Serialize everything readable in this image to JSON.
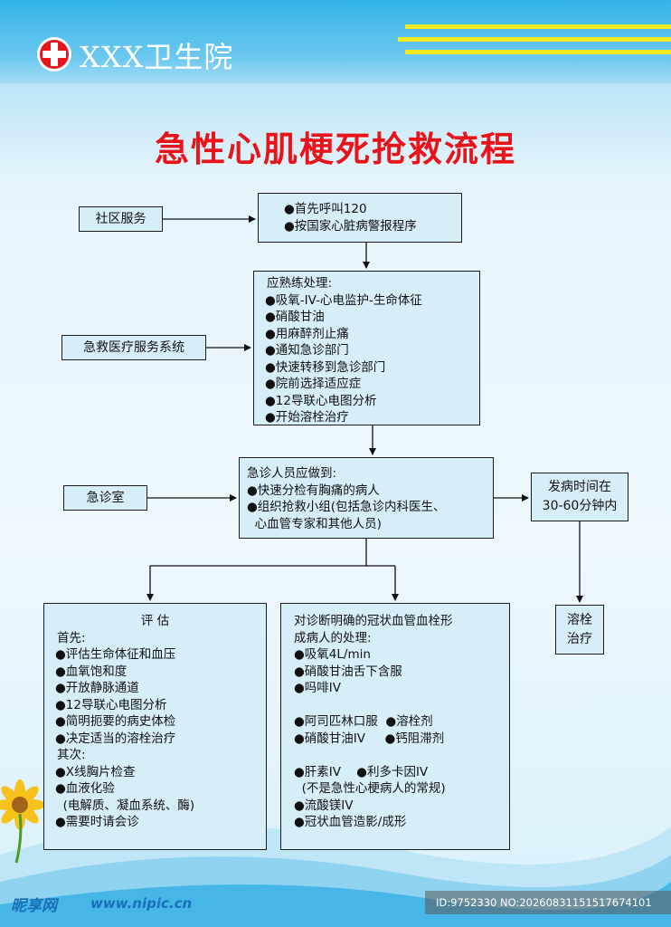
{
  "header": {
    "hospital_name": "XXX卫生院",
    "logo_icon": "red-cross-logo-icon",
    "colors": {
      "title": "#e8141b",
      "stripe": "#f3ea22",
      "header_bg": "#33b4e8"
    }
  },
  "title": "急性心肌梗死抢救流程",
  "side_labels": {
    "community": "社区服务",
    "ems": "急救医疗服务系统",
    "er": "急诊室"
  },
  "box1": {
    "lines": [
      "●首先呼叫120",
      "●按国家心脏病警报程序"
    ]
  },
  "box2": {
    "lines": [
      "应熟练处理:",
      "●吸氧-IV-心电监护-生命体征",
      "●硝酸甘油",
      "●用麻醉剂止痛",
      "●通知急诊部门",
      "●快速转移到急诊部门",
      "●院前选择适应症",
      "●12导联心电图分析",
      "●开始溶栓治疗"
    ]
  },
  "box3": {
    "lines": [
      "急诊人员应做到:",
      "●快速分检有胸痛的病人",
      "●组织抢救小组(包括急诊内科医生、",
      "  心血管专家和其他人员)"
    ]
  },
  "onset": {
    "lines": [
      "发病时间在",
      "30-60分钟内"
    ]
  },
  "thrombolysis": {
    "lines": [
      "溶栓",
      "治疗"
    ]
  },
  "assess": {
    "heading": "评 估",
    "lines": [
      "首先:",
      "●评估生命体征和血压",
      "●血氧饱和度",
      "●开放静脉通道",
      "●12导联心电图分析",
      "●简明扼要的病史体检",
      "●决定适当的溶栓治疗",
      "其次:",
      "●X线胸片检查",
      "●血液化验",
      "  (电解质、凝血系统、酶)",
      "●需要时请会诊"
    ]
  },
  "treat": {
    "lines": [
      "对诊断明确的冠状血管血栓形",
      "成病人的处理:",
      "●吸氧4L/min",
      "●硝酸甘油舌下含服",
      "●吗啡IV",
      "",
      "●阿司匹林口服  ●溶栓剂",
      "●硝酸甘油IV     ●钙阻滞剂",
      "",
      "●肝素IV    ●利多卡因IV",
      "  (不是急性心梗病人的常规)",
      "●流酸镁IV",
      "●冠状血管造影/成形"
    ]
  },
  "footer": {
    "watermark": "昵享网",
    "watermark_url": "www.nipic.cn",
    "id_text": "ID:9752330 NO:20260831151517674101"
  }
}
